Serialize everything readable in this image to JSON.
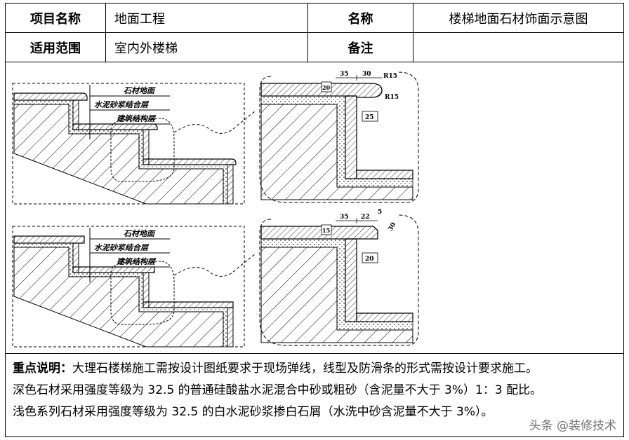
{
  "header": {
    "row1": {
      "label1": "项目名称",
      "value1": "地面工程",
      "label2": "名称",
      "value2": "楼梯地面石材饰面示意图"
    },
    "row2": {
      "label1": "适用范围",
      "value1": "室内外楼梯",
      "label2": "备注",
      "value2": ""
    }
  },
  "drawing": {
    "top_left": {
      "callouts": [
        "石材地面",
        "水泥砂浆结合层",
        "建筑结构层"
      ]
    },
    "bottom_left": {
      "callouts": [
        "石材地面",
        "水泥砂浆结合层",
        "建筑结构层"
      ]
    },
    "top_right": {
      "dims": [
        "35",
        "30",
        "R15",
        "R15",
        "25",
        "20"
      ]
    },
    "bottom_right": {
      "dims": [
        "35",
        "22",
        "5",
        "30",
        "20",
        "15"
      ]
    }
  },
  "notes": {
    "label": "重点说明：",
    "line1": "大理石楼梯施工需按设计图纸要求于现场弹线，线型及防滑条的形式需按设计要求施工。",
    "line2": "深色石材采用强度等级为 32.5 的普通硅酸盐水泥混合中砂或粗砂（含泥量不大于 3%）1：3 配比。",
    "line3": "浅色系列石材采用强度等级为 32.5 的白水泥砂浆掺白石屑（水洗中砂含泥量不大于 3%）。"
  },
  "watermark": "头条 @装修技术"
}
